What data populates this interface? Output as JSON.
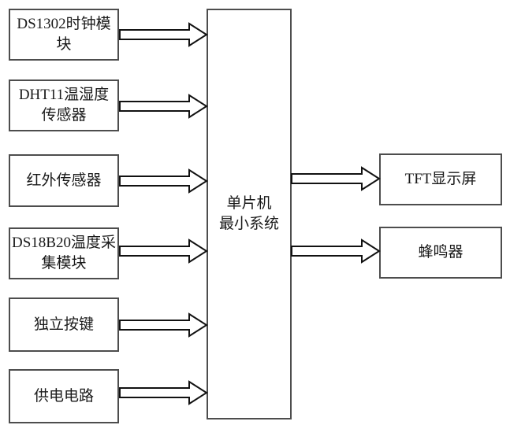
{
  "diagram": {
    "type": "block-diagram",
    "colors": {
      "background": "#ffffff",
      "box_border": "#4d4d4d",
      "arrow_outline": "#111111",
      "text": "#1a1a1a"
    },
    "center_node": {
      "label_lines": [
        "单片机",
        "最小系统"
      ]
    },
    "left_nodes": [
      {
        "label": "DS1302时钟模块"
      },
      {
        "label": "DHT11温湿度传感器"
      },
      {
        "label": "红外传感器"
      },
      {
        "label": "DS18B20温度采集模块"
      },
      {
        "label": "独立按键"
      },
      {
        "label": "供电电路"
      }
    ],
    "right_nodes": [
      {
        "label": "TFT显示屏"
      },
      {
        "label": "蜂鸣器"
      }
    ]
  }
}
